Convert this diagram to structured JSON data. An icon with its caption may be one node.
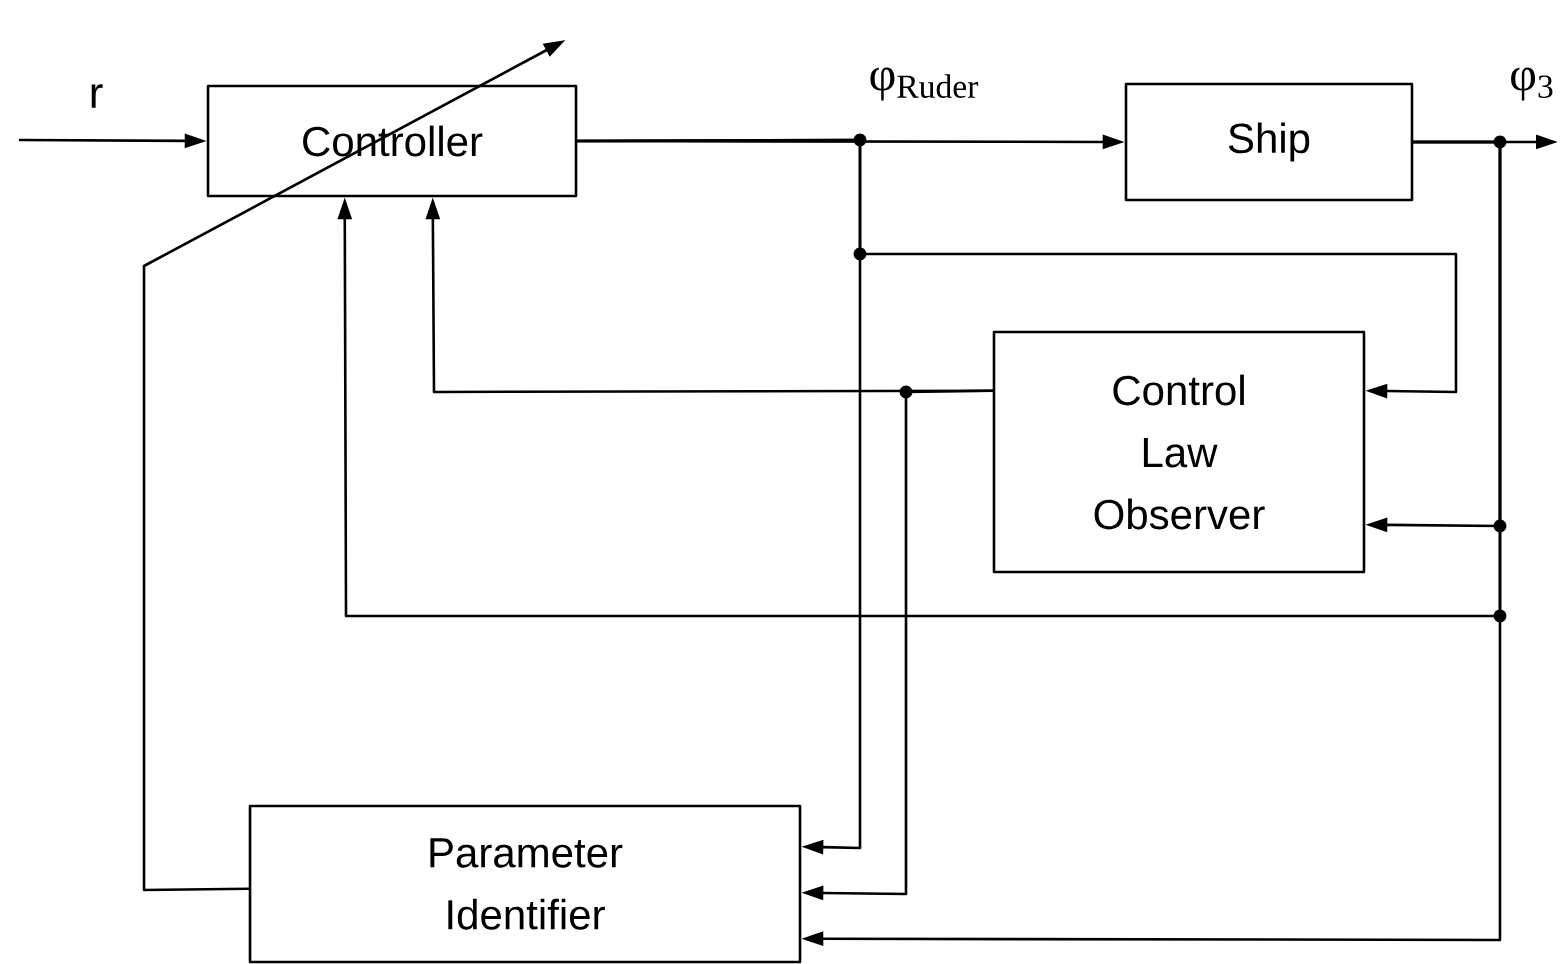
{
  "diagram": {
    "nodes": [
      {
        "text": [
          "Controller"
        ]
      },
      {
        "text": [
          "Ship"
        ]
      },
      {
        "text": [
          "Control Law Observer"
        ]
      },
      {
        "text": [
          "Parameter Identifier"
        ]
      }
    ],
    "edges": [
      {
        "from": null,
        "to": 0,
        "arrow": "to"
      },
      {
        "from": 0,
        "to": 1,
        "arrow": "to"
      },
      {
        "from": 1,
        "to": null,
        "arrow": "to"
      },
      {
        "from": 0,
        "to": 2,
        "arrow": "to"
      },
      {
        "from": 0,
        "to": 3,
        "arrow": "to"
      },
      {
        "from": 2,
        "to": 0,
        "arrow": "to"
      },
      {
        "from": 2,
        "to": 3,
        "arrow": "to"
      },
      {
        "from": 1,
        "to": 2,
        "arrow": "to"
      },
      {
        "from": 1,
        "to": 0,
        "arrow": "to"
      },
      {
        "from": 1,
        "to": 3,
        "arrow": "to"
      },
      {
        "from": 3,
        "to": 0,
        "arrow": "to"
      }
    ],
    "labels": [
      "r",
      "φ$_{Ruder}$",
      "φ$_{3}$"
    ]
  }
}
